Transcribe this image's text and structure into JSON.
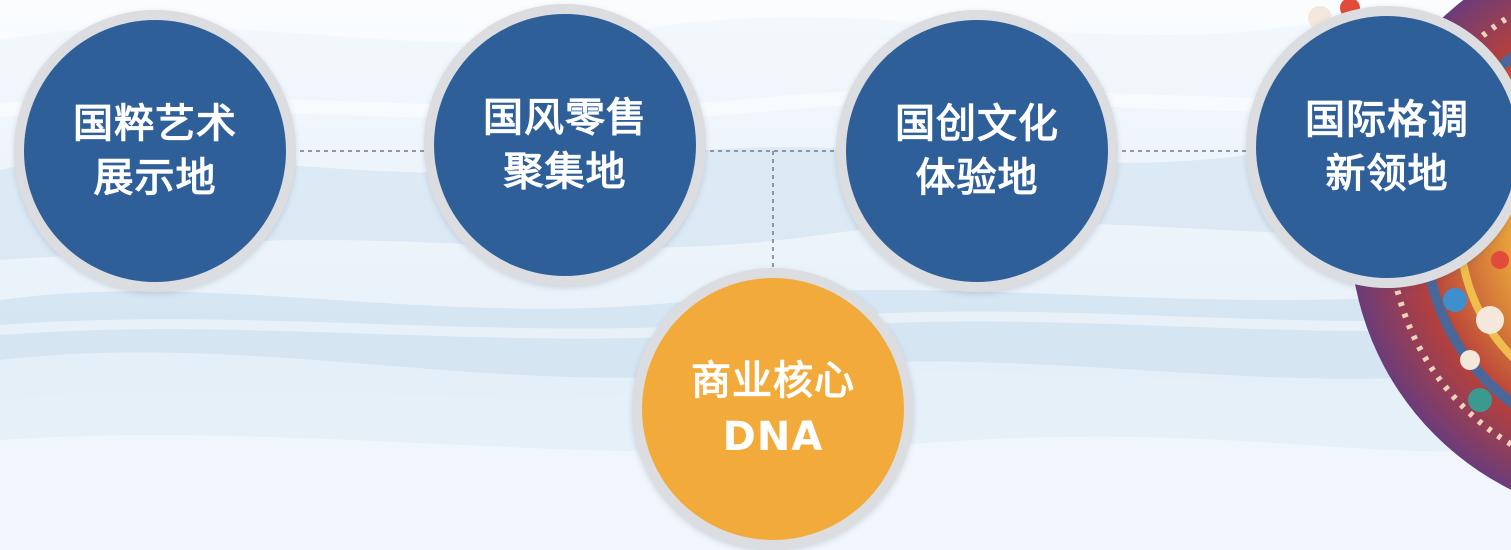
{
  "diagram": {
    "nodes": [
      {
        "id": "n1",
        "lines": [
          "国粹艺术",
          "展示地"
        ]
      },
      {
        "id": "n2",
        "lines": [
          "国风零售",
          "聚集地"
        ]
      },
      {
        "id": "n3",
        "lines": [
          "国创文化",
          "体验地"
        ]
      },
      {
        "id": "n4",
        "lines": [
          "国际格调",
          "新领地"
        ]
      },
      {
        "id": "n5",
        "lines": [
          "商业核心",
          "DNA"
        ]
      }
    ],
    "edges": [
      [
        "n1",
        "n2"
      ],
      [
        "n2",
        "n3"
      ],
      [
        "n3",
        "n4"
      ],
      [
        "n5",
        "branch"
      ]
    ]
  },
  "colors": {
    "primary_node": "#2e5f99",
    "core_node": "#f2ab3b",
    "ring": "#dcdde0",
    "connector": "#707a86",
    "background": "#e8f1f8"
  }
}
